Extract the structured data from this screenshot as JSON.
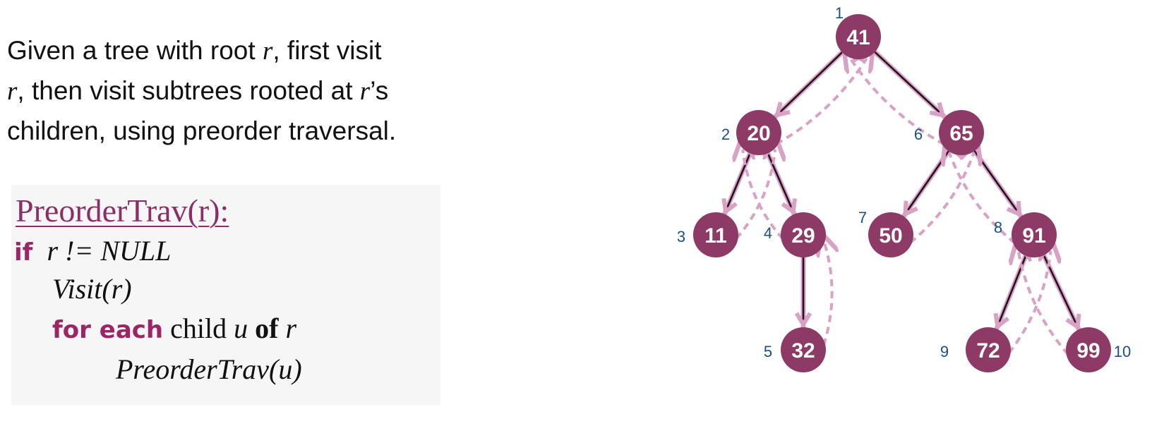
{
  "description": {
    "line1_a": "Given a tree with root ",
    "line1_var": "r",
    "line1_b": ", first visit",
    "line2_var1": "r",
    "line2_a": ", then visit subtrees rooted at ",
    "line2_var2": "r",
    "line2_b": "’s",
    "line3": "children, using preorder traversal."
  },
  "code": {
    "title": "PreorderTrav(r):",
    "if_kw": "if",
    "if_cond": "r != NULL",
    "visit": "Visit",
    "visit_arg": "(r)",
    "for_kw": "for each",
    "child": "child",
    "u": "u",
    "of": "of",
    "r": "r",
    "call": "PreorderTrav",
    "call_arg": "(u)"
  },
  "tree": {
    "colors": {
      "node": "#8d3a66",
      "edge": "#2a0f22",
      "edge_glow": "#d6a6c4",
      "arrow": "#d9a2c4",
      "order": "#1a4f8a"
    },
    "nodes": [
      {
        "id": "n41",
        "value": "41",
        "order": "1"
      },
      {
        "id": "n20",
        "value": "20",
        "order": "2"
      },
      {
        "id": "n11",
        "value": "11",
        "order": "3"
      },
      {
        "id": "n29",
        "value": "29",
        "order": "4"
      },
      {
        "id": "n32",
        "value": "32",
        "order": "5"
      },
      {
        "id": "n65",
        "value": "65",
        "order": "6"
      },
      {
        "id": "n50",
        "value": "50",
        "order": "7"
      },
      {
        "id": "n91",
        "value": "91",
        "order": "8"
      },
      {
        "id": "n72",
        "value": "72",
        "order": "9"
      },
      {
        "id": "n99",
        "value": "99",
        "order": "10"
      }
    ],
    "edges": [
      [
        "n41",
        "n20"
      ],
      [
        "n41",
        "n65"
      ],
      [
        "n20",
        "n11"
      ],
      [
        "n20",
        "n29"
      ],
      [
        "n29",
        "n32"
      ],
      [
        "n65",
        "n50"
      ],
      [
        "n65",
        "n91"
      ],
      [
        "n91",
        "n72"
      ],
      [
        "n91",
        "n99"
      ]
    ]
  }
}
